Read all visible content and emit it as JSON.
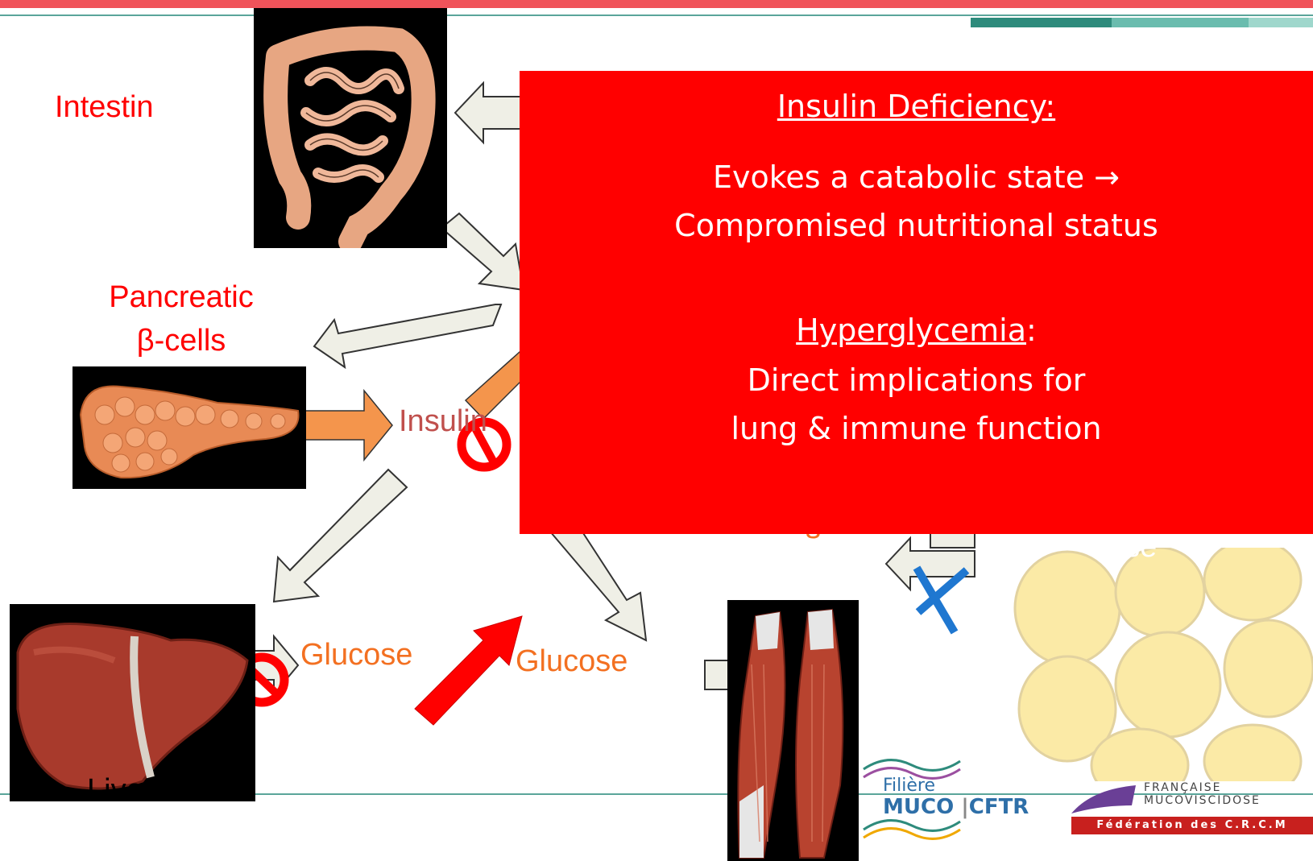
{
  "labels": {
    "intestin": "Intestin",
    "pancreatic": "Pancreatic",
    "beta_cells": "β-cells",
    "insulin": "Insulin",
    "glucose_liver": "Glucose",
    "glucose_mid": "Glucose",
    "liver": "Liver",
    "adipose_partial": "ose",
    "hidden_partial": "s"
  },
  "overlay": {
    "heading1": "Insulin Deficiency:",
    "line1": "Evokes a catabolic state →",
    "line2": "Compromised nutritional status",
    "heading2": "Hyperglycemia",
    "heading2_suffix": ":",
    "line3": "Direct implications for",
    "line4": "lung & immune function"
  },
  "logos": {
    "filiere_top": "Filière",
    "filiere_bottom": "MUCO",
    "filiere_bottom2": "CFTR",
    "vlm_top": "FRANÇAISE",
    "vlm_middle": "MUCOVISCIDOSE",
    "vlm_bottom": "Fédération des C.R.C.M"
  },
  "colors": {
    "overlay_bg": "#ff0000",
    "accent_red": "#ff0000",
    "accent_orange": "#f37021",
    "arrow_fill": "#efefe6",
    "orange_arrow": "#f4954c",
    "adipose": "#fbeaa6",
    "teal": "#2e8b7c"
  }
}
